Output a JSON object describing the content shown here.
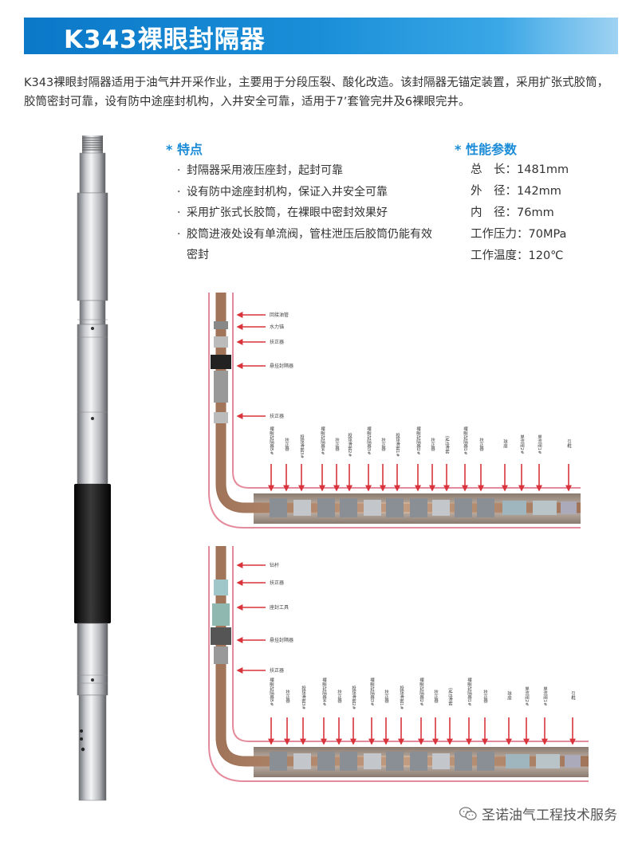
{
  "header": {
    "title": "K343裸眼封隔器"
  },
  "intro": "K343裸眼封隔器适用于油气井开采作业，主要用于分段压裂、酸化改造。该封隔器无锚定装置，采用扩张式胶筒，胶筒密封可靠，设有防中途座封机构，入井安全可靠，适用于7’套管完井及6裸眼完井。",
  "features": {
    "title": "* 特点",
    "items": [
      "封隔器采用液压座封，起封可靠",
      "设有防中途座封机构，保证入井安全可靠",
      "采用扩张式长胶筒，在裸眼中密封效果好",
      "胶筒进液处设有单流阀，管柱泄压后胶筒仍能有效密封"
    ]
  },
  "params": {
    "title": "* 性能参数",
    "rows": [
      {
        "label": "总　长：",
        "value": "1481mm"
      },
      {
        "label": "外　径：",
        "value": "142mm"
      },
      {
        "label": "内　径：",
        "value": "76mm"
      },
      {
        "label": "工作压力：",
        "value": "70MPa"
      },
      {
        "label": "工作温度：",
        "value": "120℃"
      }
    ]
  },
  "diagram1": {
    "side_labels": [
      "回接油管",
      "水力锚",
      "扶正器",
      "悬挂封隔器",
      "扶正器"
    ],
    "top_labels": [
      "裸眼封隔器5#",
      "扶正器",
      "投球滑套3#",
      "裸眼封隔器4#",
      "扶正器",
      "投球滑套2#",
      "裸眼封隔器3#",
      "扶正器",
      "投球滑套1#",
      "裸眼封隔器2#",
      "扶正器",
      "定压滑套",
      "裸眼封隔器1#",
      "扶正器",
      "球座",
      "单流阀2#",
      "单流阀1#",
      "引鞋"
    ]
  },
  "diagram2": {
    "side_labels": [
      "钻杆",
      "扶正器",
      "座封工具",
      "悬挂封隔器",
      "扶正器"
    ],
    "top_labels": [
      "裸眼封隔器5#",
      "扶正器",
      "投球滑套3#",
      "裸眼封隔器4#",
      "扶正器",
      "投球滑套2#",
      "裸眼封隔器3#",
      "扶正器",
      "投球滑套1#",
      "裸眼封隔器2#",
      "扶正器",
      "定压滑套",
      "裸眼封隔器1#",
      "扶正器",
      "球座",
      "单流阀2#",
      "单流阀1#",
      "引鞋"
    ]
  },
  "watermark": "圣诺油气工程技术服务",
  "colors": {
    "accent": "#1a8bd6",
    "arrow": "#d9343c",
    "rubber": "#1b1b1b"
  }
}
